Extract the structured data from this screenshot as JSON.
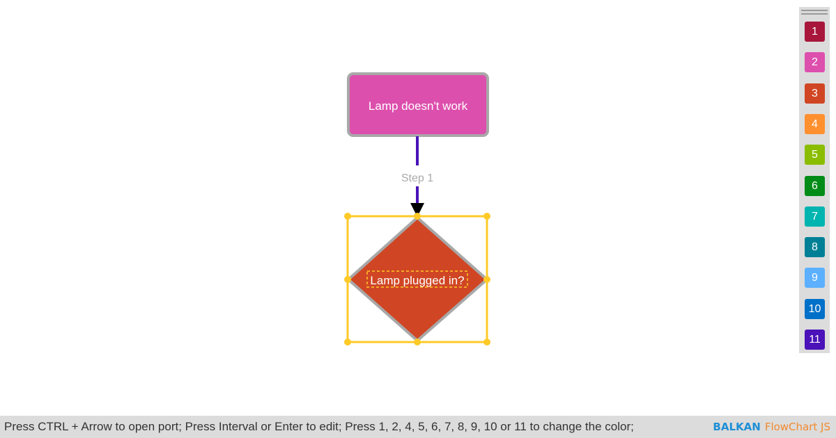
{
  "nodes": [
    {
      "label": "Lamp doesn't work",
      "color": "#dd4fad"
    },
    {
      "label": "Lamp plugged in?",
      "color": "#d04624"
    }
  ],
  "link": {
    "label": "Step 1",
    "color": "#4a12b8"
  },
  "selection_color": "#ffca28",
  "palette": [
    {
      "label": "1",
      "color": "#a8163b"
    },
    {
      "label": "2",
      "color": "#dd4fad"
    },
    {
      "label": "3",
      "color": "#d04624"
    },
    {
      "label": "4",
      "color": "#ff9030"
    },
    {
      "label": "5",
      "color": "#8abd00"
    },
    {
      "label": "6",
      "color": "#008c17"
    },
    {
      "label": "7",
      "color": "#00b4b0"
    },
    {
      "label": "8",
      "color": "#008096"
    },
    {
      "label": "9",
      "color": "#5cb0ff"
    },
    {
      "label": "10",
      "color": "#0070c8"
    },
    {
      "label": "11",
      "color": "#4a12b8"
    }
  ],
  "statusbar": {
    "text": "Press CTRL + Arrow to open port; Press Interval or Enter to edit; Press 1, 2, 4, 5, 6, 7, 8, 9, 10 or 11 to change the color;",
    "brand_bold": "BALKAN",
    "brand_rest": "FlowChart JS"
  }
}
